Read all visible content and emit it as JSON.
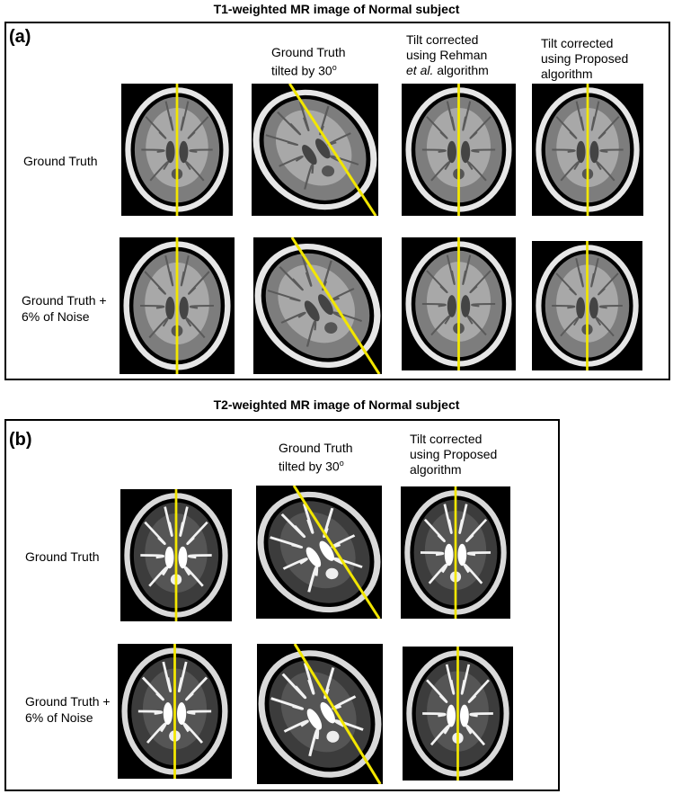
{
  "top_title": "T1-weighted MR image of Normal subject",
  "bottom_title": "T2-weighted MR image of Normal subject",
  "panel_a": {
    "label": "(a)",
    "columns": [
      {
        "line1": "Ground Truth",
        "line2_pre": "tilted by 30",
        "line2_sup": "o"
      },
      {
        "line1": "Tilt corrected",
        "line2": "using Rehman",
        "line3_italic": "et al.",
        "line3_rest": " algorithm"
      },
      {
        "line1": "Tilt corrected",
        "line2": "using Proposed",
        "line3": "algorithm"
      }
    ],
    "rows": [
      {
        "line1": "Ground Truth",
        "line2": ""
      },
      {
        "line1": "Ground Truth +",
        "line2": "6% of Noise"
      }
    ]
  },
  "panel_b": {
    "label": "(b)",
    "columns": [
      {
        "line1": "Ground Truth",
        "line2_pre": "tilted by 30",
        "line2_sup": "o"
      },
      {
        "line1": "Tilt corrected",
        "line2": "using Proposed",
        "line3": "algorithm"
      }
    ],
    "rows": [
      {
        "line1": "Ground Truth",
        "line2": ""
      },
      {
        "line1": "Ground Truth +",
        "line2": "6% of Noise"
      }
    ]
  },
  "colors": {
    "midline": "#f2e600",
    "t1_tissue": "#8a8a8a",
    "t2_csf": "#ffffff"
  }
}
